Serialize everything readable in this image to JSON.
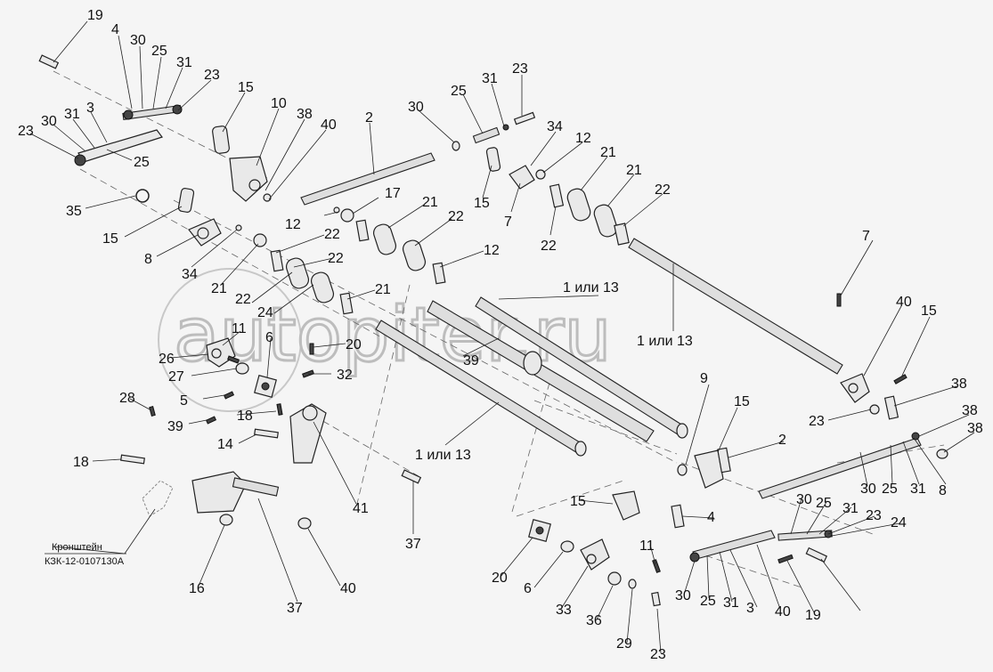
{
  "watermark": {
    "text": "autopiter.ru"
  },
  "bracket_note": {
    "line1": "Кронштейн",
    "line2": "КЗК-12-0107130А"
  },
  "variant_labels": {
    "upper": "1 или 13",
    "middle": "1 или 13",
    "lower": "1 или 13"
  },
  "callouts": {
    "c01": "19",
    "c02": "4",
    "c03": "30",
    "c04": "25",
    "c05": "31",
    "c06": "23",
    "c07": "23",
    "c08": "30",
    "c09": "31",
    "c10": "3",
    "c11": "25",
    "c12": "15",
    "c13": "10",
    "c14": "38",
    "c15": "40",
    "c16": "2",
    "c17": "30",
    "c18": "25",
    "c19": "31",
    "c20": "23",
    "c21": "34",
    "c22": "12",
    "c23": "21",
    "c24": "21",
    "c25": "22",
    "c26": "15",
    "c27": "7",
    "c28": "22",
    "c29": "35",
    "c30": "15",
    "c31": "8",
    "c32": "34",
    "c33": "12",
    "c34": "17",
    "c35": "21",
    "c36": "22",
    "c37": "22",
    "c38": "22",
    "c39": "12",
    "c40": "21",
    "c41": "21",
    "c42": "22",
    "c43": "24",
    "c44": "11",
    "c45": "6",
    "c46": "26",
    "c47": "20",
    "c48": "27",
    "c49": "32",
    "c50": "5",
    "c51": "39",
    "c52": "28",
    "c53": "39",
    "c54": "18",
    "c55": "18",
    "c56": "14",
    "c57": "41",
    "c58": "37",
    "c59": "16",
    "c60": "37",
    "c61": "40",
    "c62": "7",
    "c63": "40",
    "c64": "15",
    "c65": "38",
    "c66": "23",
    "c67": "38",
    "c68": "38",
    "c69": "9",
    "c70": "15",
    "c71": "2",
    "c72": "30",
    "c73": "25",
    "c74": "31",
    "c75": "8",
    "c76": "15",
    "c77": "4",
    "c78": "30",
    "c79": "25",
    "c80": "31",
    "c81": "23",
    "c82": "24",
    "c83": "11",
    "c84": "20",
    "c85": "6",
    "c86": "33",
    "c87": "36",
    "c88": "29",
    "c89": "23",
    "c90": "30",
    "c91": "25",
    "c92": "31",
    "c93": "3",
    "c94": "40",
    "c95": "19"
  },
  "colors": {
    "line": "#222222",
    "part_fill": "#e9e9e9",
    "watermark": "#bdbdbd",
    "background": "#f5f5f5"
  }
}
